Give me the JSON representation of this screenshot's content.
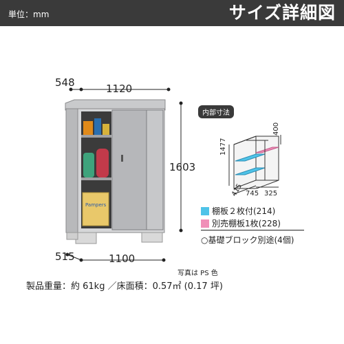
{
  "header": {
    "unit_label": "単位：mm",
    "title": "サイズ詳細図"
  },
  "dimensions": {
    "depth_top": "548",
    "width_top": "1120",
    "height": "1603",
    "depth_bottom": "515",
    "width_bottom": "1100"
  },
  "interior": {
    "tag": "内部寸法",
    "height": "1477",
    "shelf_depth": "400",
    "depth": "415",
    "width_a": "745",
    "width_b": "325"
  },
  "legend": [
    {
      "label": "棚板２枚付(214)",
      "color": "#4fc3e8"
    },
    {
      "label": "別売棚板1枚(228)",
      "color": "#f08fb8"
    }
  ],
  "note_block": "○基礎ブロック別途(4個)",
  "photo_note": "写真は PS 色",
  "spec_line": "製品重量：約 61kg ／床面積：0.57㎡ (0.17 坪)",
  "colors": {
    "header_bg": "#3a3a3a",
    "shelf_blue": "#4fc3e8",
    "shelf_pink": "#f08fb8"
  }
}
